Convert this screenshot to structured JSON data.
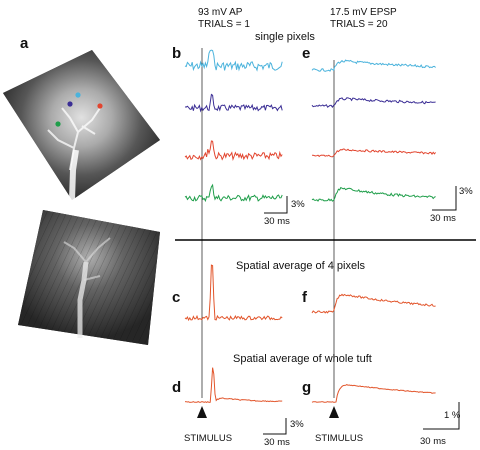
{
  "header": {
    "left_ap": "93 mV AP",
    "left_trials": "TRIALS = 1",
    "right_epsp": "17.5 mV EPSP",
    "right_trials": "TRIALS = 20"
  },
  "section_titles": {
    "single_pixels": "single pixels",
    "spatial_avg_4": "Spatial average of 4 pixels",
    "spatial_avg_tuft": "Spatial average of whole tuft"
  },
  "panel_labels": {
    "a": "a",
    "b": "b",
    "c": "c",
    "d": "d",
    "e": "e",
    "f": "f",
    "g": "g"
  },
  "scale_bars": {
    "b_pct": "3%",
    "b_ms": "30 ms",
    "e_pct": "3%",
    "e_ms": "30 ms",
    "d_pct": "3%",
    "d_ms": "30 ms",
    "g_pct": "1 %",
    "g_ms": "30 ms"
  },
  "stimulus": {
    "left": "STIMULUS",
    "right": "STIMULUS"
  },
  "colors": {
    "cyan": "#4bb3dc",
    "purple": "#3b2e95",
    "red": "#e2452f",
    "green": "#1f9e4a",
    "orange": "#e2552b",
    "ink": "#111111"
  }
}
